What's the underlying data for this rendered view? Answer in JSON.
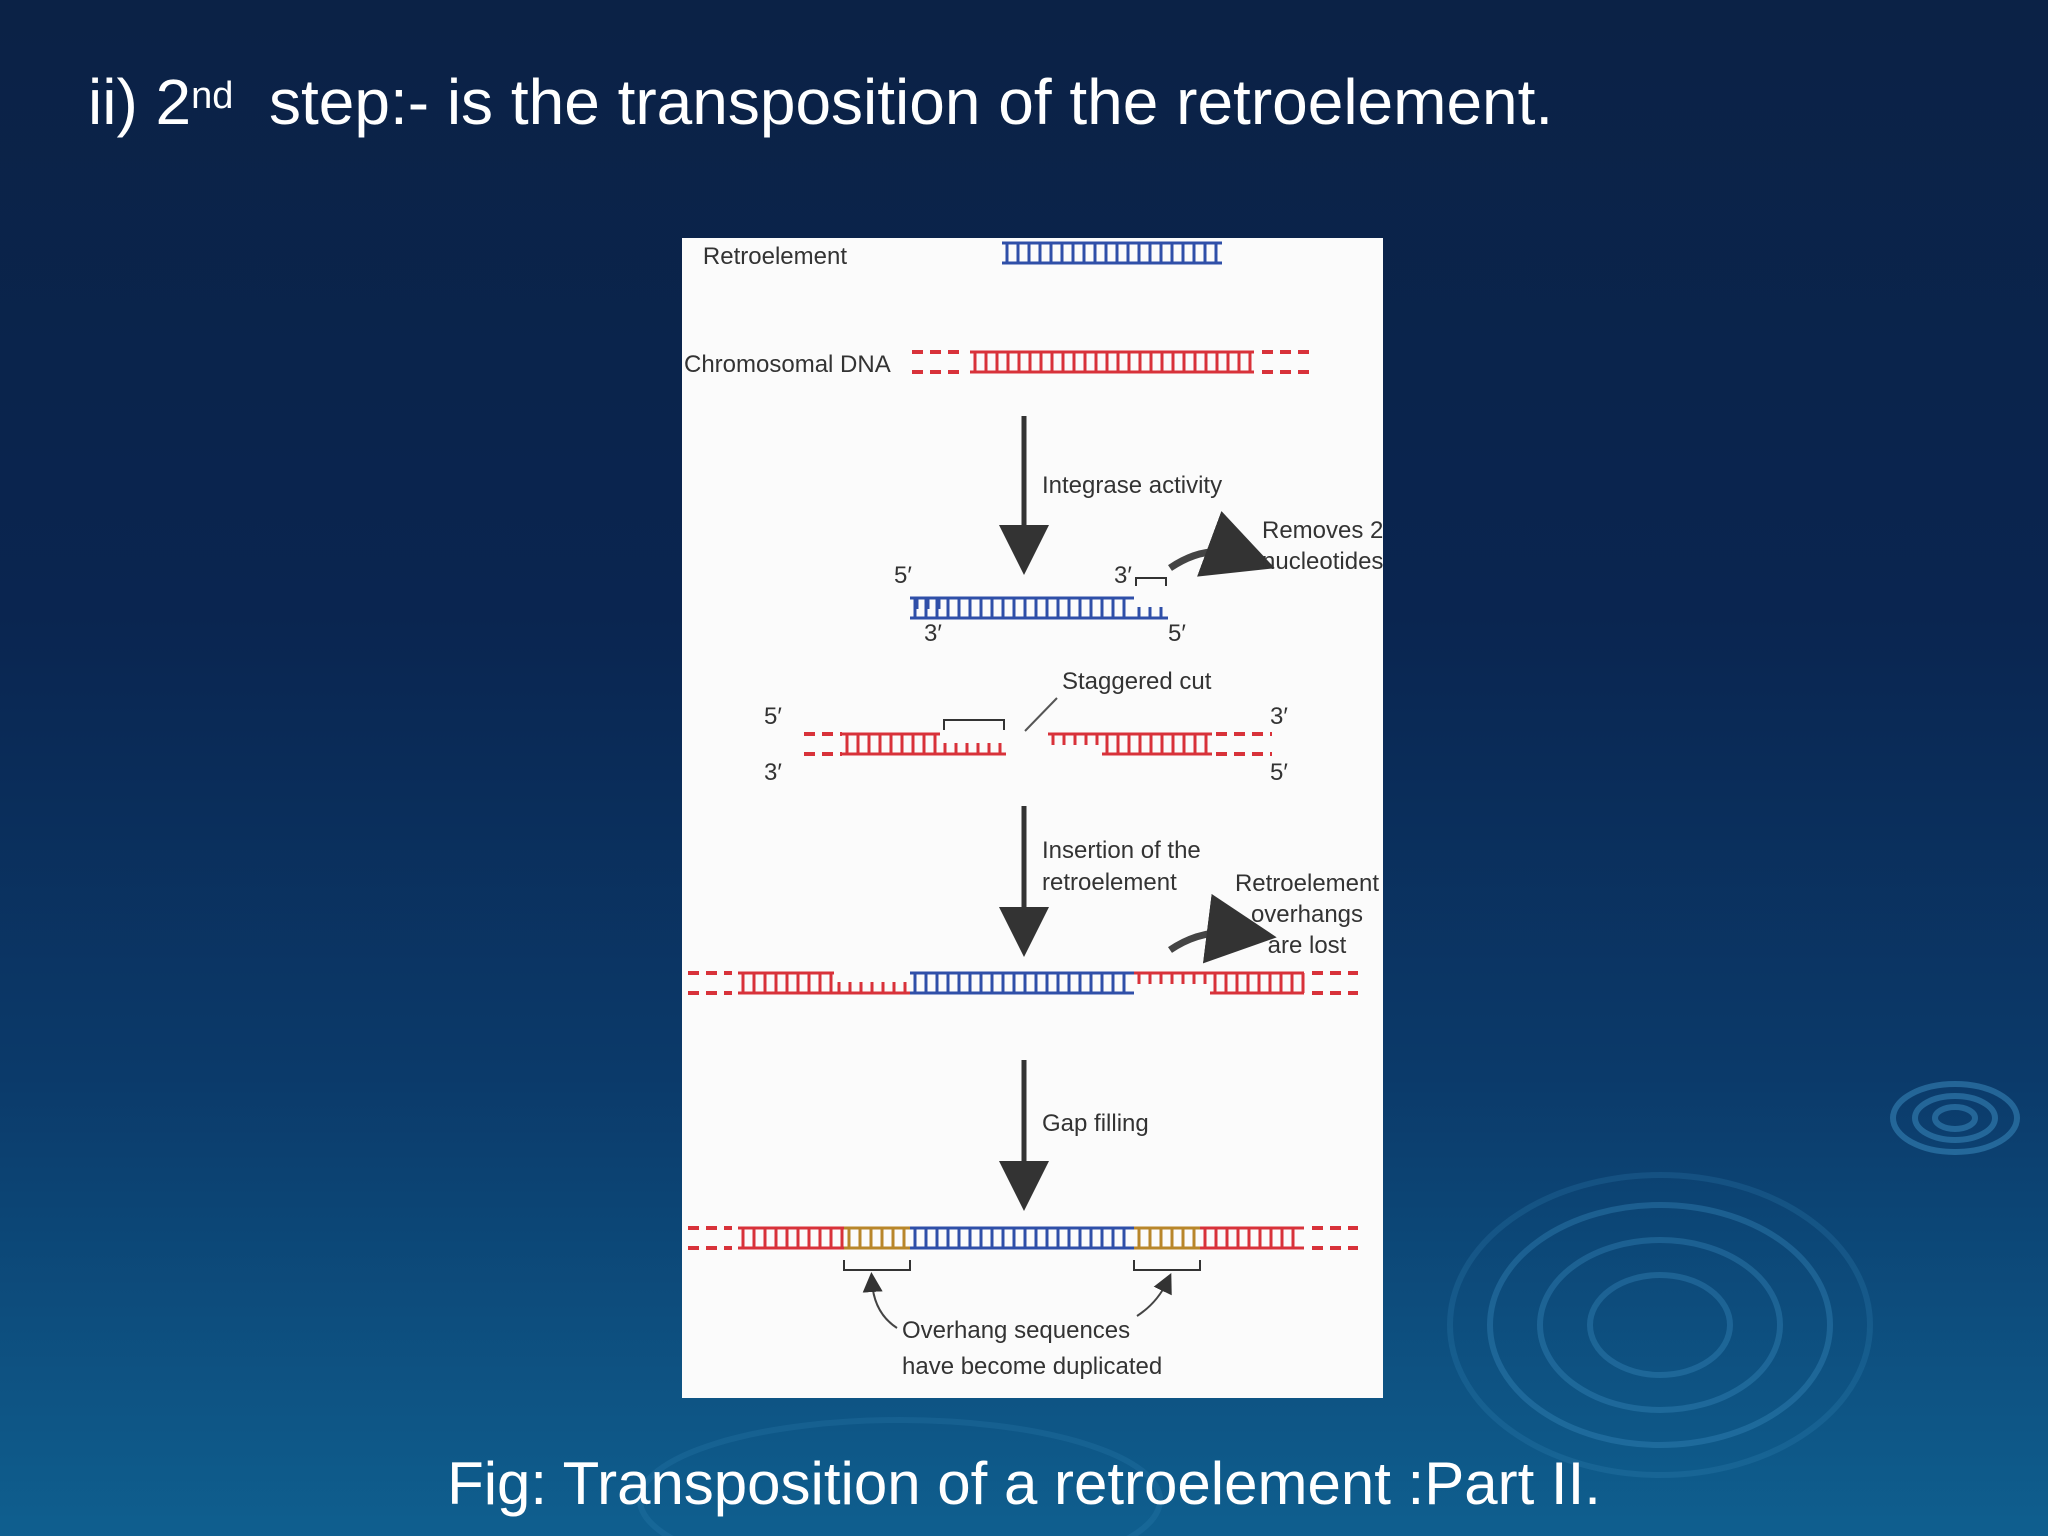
{
  "slide": {
    "title_prefix": "ii) 2",
    "title_superscript": "nd",
    "title_suffix": "  step:- is the transposition of the retroelement.",
    "caption": "Fig: Transposition of a retroelement :Part II."
  },
  "figure": {
    "labels": {
      "retroelement": "Retroelement",
      "chromosomal_dna": "Chromosomal DNA",
      "integrase_activity": "Integrase activity",
      "removes_line1": "Removes 2",
      "removes_line2": "nucleotides",
      "five_prime": "5′",
      "three_prime": "3′",
      "staggered_cut": "Staggered cut",
      "insertion_line1": "Insertion of the",
      "insertion_line2": "retroelement",
      "overhangs_line1": "Retroelement",
      "overhangs_line2": "overhangs",
      "overhangs_line3": "are lost",
      "gap_filling": "Gap filling",
      "overhang_line1": "Overhang sequences",
      "overhang_line2": "have become duplicated"
    },
    "colors": {
      "retroelement": "#2f4fa8",
      "chromosome": "#d8323a",
      "gap_fill": "#b8862a",
      "arrow": "#333333"
    }
  }
}
